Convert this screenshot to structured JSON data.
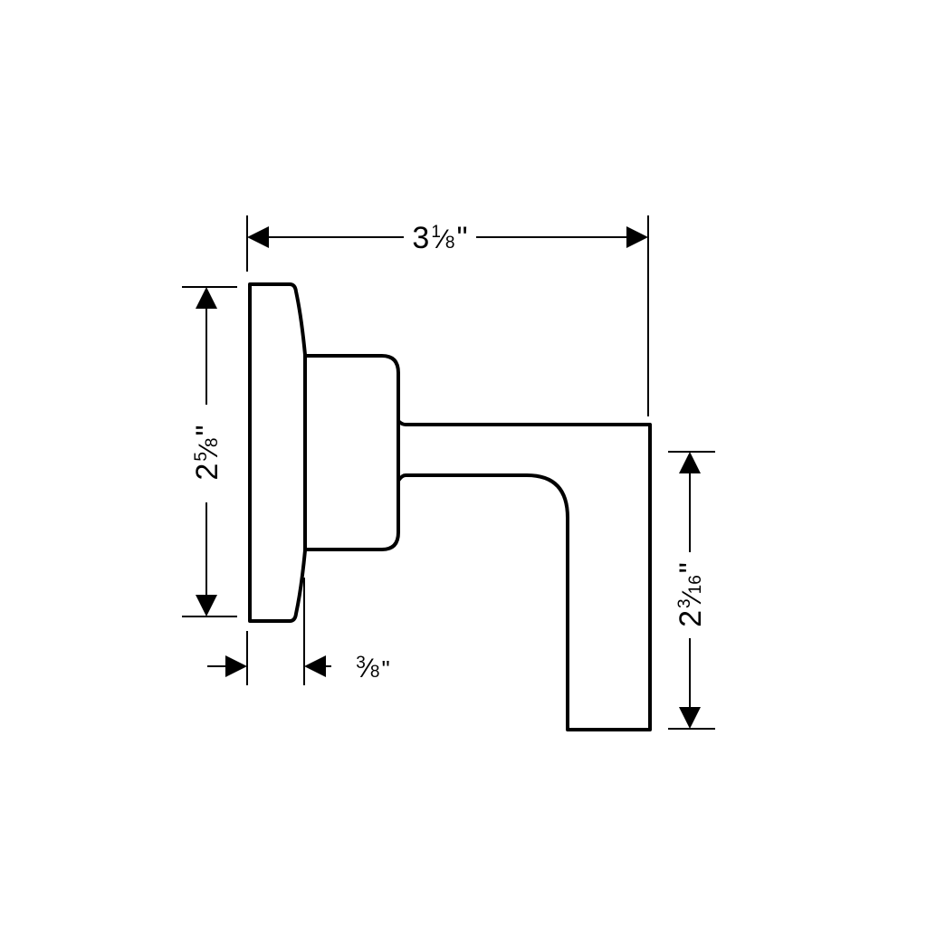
{
  "dimensions": {
    "overall_width": {
      "whole": "3",
      "num": "1",
      "den": "8",
      "unit": "\""
    },
    "plate_height": {
      "whole": "2",
      "num": "5",
      "den": "8",
      "unit": "\""
    },
    "plate_thickness": {
      "whole": "",
      "num": "3",
      "den": "8",
      "unit": "\""
    },
    "spout_drop": {
      "whole": "2",
      "num": "3",
      "den": "16",
      "unit": "\""
    }
  },
  "colors": {
    "line": "#000000",
    "background": "#ffffff"
  }
}
